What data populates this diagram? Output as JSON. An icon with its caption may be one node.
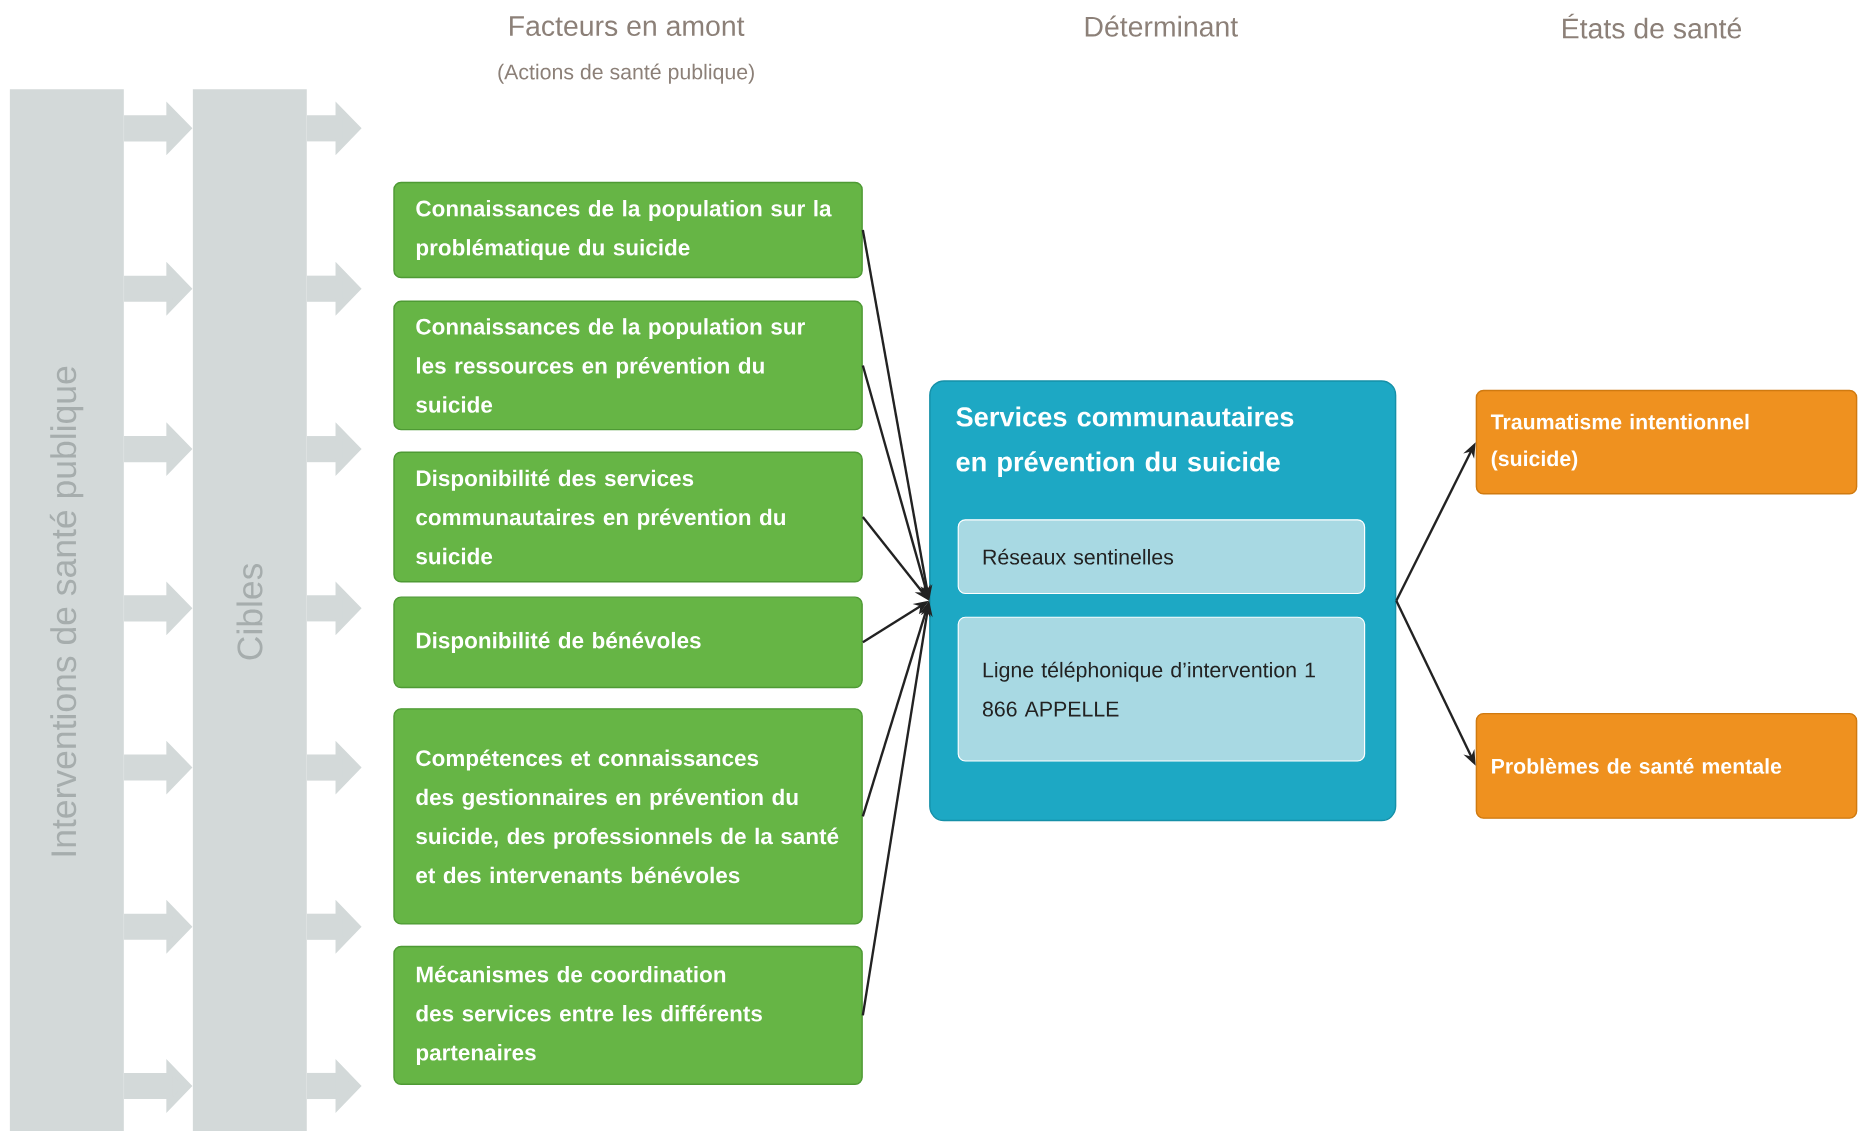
{
  "diagram": {
    "nodes": [
      {
        "text": [
          "Interventions de santé publique"
        ]
      },
      {
        "text": [
          "Cibles"
        ]
      },
      {
        "text": [
          "Connaissances de la population sur la problématique du suicide"
        ]
      },
      {
        "text": [
          "Connaissances de la population sur les ressources en prévention du suicide"
        ]
      },
      {
        "text": [
          "Disponibilité des services communautaires en prévention du suicide"
        ]
      },
      {
        "text": [
          "Disponibilité de bénévoles"
        ]
      },
      {
        "text": [
          "Compétences et connaissances des gestionnaires en prévention du suicide, des professionnels de la santé et des intervenants bénévoles"
        ]
      },
      {
        "text": [
          "Mécanismes de coordination des services entre les différents partenaires"
        ]
      },
      {
        "text": [
          "Services communautaires en prévention du suicide"
        ]
      },
      {
        "text": [
          "Réseaux sentinelles"
        ],
        "in": 8
      },
      {
        "text": [
          "Ligne téléphonique d’intervention 1 866 APPELLE"
        ],
        "in": 8
      },
      {
        "text": [
          "Traumatisme intentionnel (suicide)"
        ]
      },
      {
        "text": [
          "Problèmes de santé mentale"
        ]
      }
    ],
    "edges": [
      {
        "from": 0,
        "to": 1,
        "arrow": "to"
      },
      {
        "from": 0,
        "to": 1,
        "arrow": "to"
      },
      {
        "from": 0,
        "to": 1,
        "arrow": "to"
      },
      {
        "from": 0,
        "to": 1,
        "arrow": "to"
      },
      {
        "from": 0,
        "to": 1,
        "arrow": "to"
      },
      {
        "from": 0,
        "to": 1,
        "arrow": "to"
      },
      {
        "from": 0,
        "to": 1,
        "arrow": "to"
      },
      {
        "from": 1,
        "to": null,
        "arrow": "to"
      },
      {
        "from": 1,
        "to": null,
        "arrow": "to"
      },
      {
        "from": 1,
        "to": null,
        "arrow": "to"
      },
      {
        "from": 1,
        "to": null,
        "arrow": "to"
      },
      {
        "from": 1,
        "to": null,
        "arrow": "to"
      },
      {
        "from": 1,
        "to": null,
        "arrow": "to"
      },
      {
        "from": 1,
        "to": null,
        "arrow": "to"
      },
      {
        "from": 2,
        "to": 8,
        "arrow": "to",
        "color": "#222222"
      },
      {
        "from": 3,
        "to": 8,
        "arrow": "to",
        "color": "#222222"
      },
      {
        "from": 4,
        "to": 8,
        "arrow": "to",
        "color": "#222222"
      },
      {
        "from": 5,
        "to": 8,
        "arrow": "to",
        "color": "#222222"
      },
      {
        "from": 6,
        "to": 8,
        "arrow": "to",
        "color": "#222222"
      },
      {
        "from": 7,
        "to": 8,
        "arrow": "to",
        "color": "#222222"
      },
      {
        "from": 8,
        "to": 11,
        "arrow": "to",
        "color": "#222222"
      },
      {
        "from": 8,
        "to": 12,
        "arrow": "to",
        "color": "#222222"
      }
    ],
    "labels": [
      "Facteurs en amont",
      "(Actions de santé publique)",
      "Déterminant",
      "États de santé"
    ]
  }
}
